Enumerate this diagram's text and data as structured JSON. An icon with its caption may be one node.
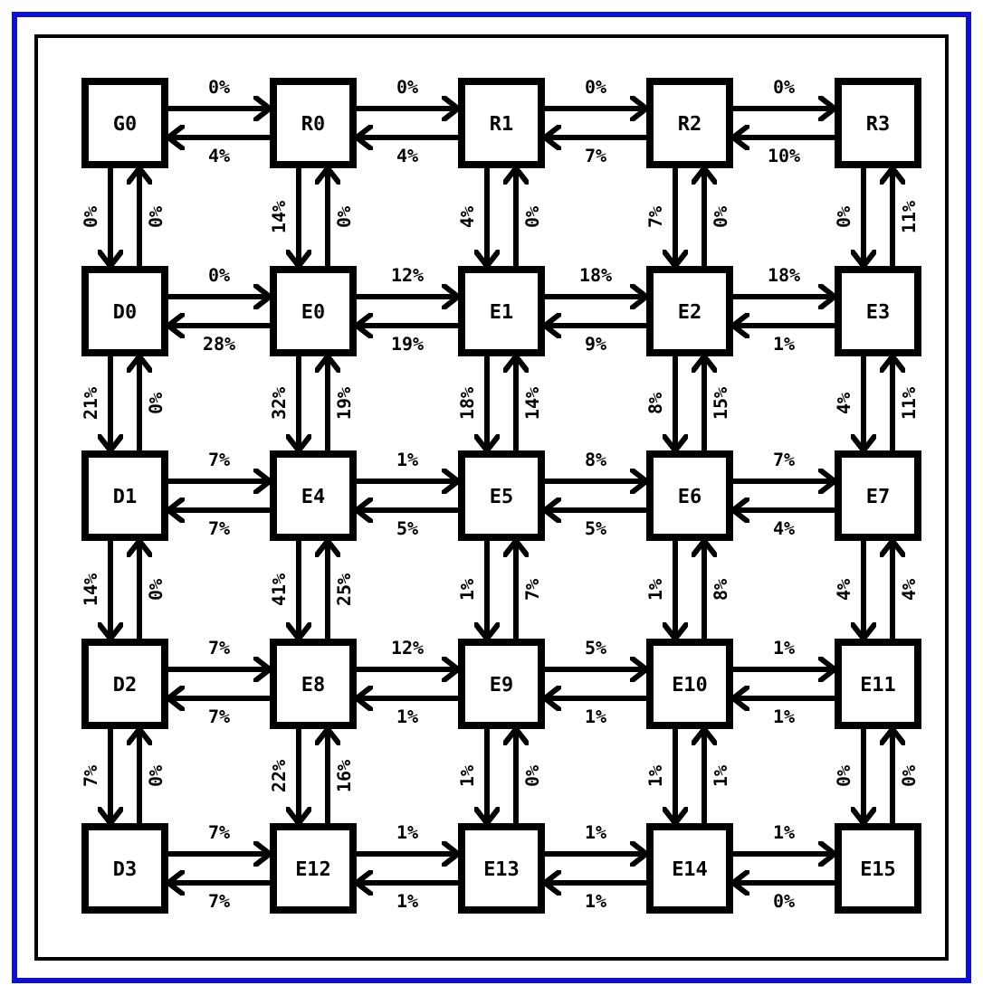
{
  "diagram": {
    "nodes": [
      {
        "text": [
          "G0"
        ]
      },
      {
        "text": [
          "R0"
        ]
      },
      {
        "text": [
          "R1"
        ]
      },
      {
        "text": [
          "R2"
        ]
      },
      {
        "text": [
          "R3"
        ]
      },
      {
        "text": [
          "D0"
        ]
      },
      {
        "text": [
          "E0"
        ]
      },
      {
        "text": [
          "E1"
        ]
      },
      {
        "text": [
          "E2"
        ]
      },
      {
        "text": [
          "E3"
        ]
      },
      {
        "text": [
          "D1"
        ]
      },
      {
        "text": [
          "E4"
        ]
      },
      {
        "text": [
          "E5"
        ]
      },
      {
        "text": [
          "E6"
        ]
      },
      {
        "text": [
          "E7"
        ]
      },
      {
        "text": [
          "D2"
        ]
      },
      {
        "text": [
          "E8"
        ]
      },
      {
        "text": [
          "E9"
        ]
      },
      {
        "text": [
          "E10"
        ]
      },
      {
        "text": [
          "E11"
        ]
      },
      {
        "text": [
          "D3"
        ]
      },
      {
        "text": [
          "E12"
        ]
      },
      {
        "text": [
          "E13"
        ]
      },
      {
        "text": [
          "E14"
        ]
      },
      {
        "text": [
          "E15"
        ]
      }
    ],
    "edges": [
      {
        "from": 0,
        "to": 1,
        "arrow": "to",
        "label": "0%"
      },
      {
        "from": 1,
        "to": 0,
        "arrow": "to",
        "label": "4%"
      },
      {
        "from": 1,
        "to": 2,
        "arrow": "to",
        "label": "0%"
      },
      {
        "from": 2,
        "to": 1,
        "arrow": "to",
        "label": "4%"
      },
      {
        "from": 2,
        "to": 3,
        "arrow": "to",
        "label": "0%"
      },
      {
        "from": 3,
        "to": 2,
        "arrow": "to",
        "label": "7%"
      },
      {
        "from": 3,
        "to": 4,
        "arrow": "to",
        "label": "0%"
      },
      {
        "from": 4,
        "to": 3,
        "arrow": "to",
        "label": "10%"
      },
      {
        "from": 0,
        "to": 5,
        "arrow": "to",
        "label": "0%"
      },
      {
        "from": 5,
        "to": 0,
        "arrow": "to",
        "label": "0%"
      },
      {
        "from": 1,
        "to": 6,
        "arrow": "to",
        "label": "14%"
      },
      {
        "from": 6,
        "to": 1,
        "arrow": "to",
        "label": "0%"
      },
      {
        "from": 2,
        "to": 7,
        "arrow": "to",
        "label": "4%"
      },
      {
        "from": 7,
        "to": 2,
        "arrow": "to",
        "label": "0%"
      },
      {
        "from": 3,
        "to": 8,
        "arrow": "to",
        "label": "7%"
      },
      {
        "from": 8,
        "to": 3,
        "arrow": "to",
        "label": "0%"
      },
      {
        "from": 4,
        "to": 9,
        "arrow": "to",
        "label": "0%"
      },
      {
        "from": 9,
        "to": 4,
        "arrow": "to",
        "label": "11%"
      },
      {
        "from": 5,
        "to": 6,
        "arrow": "to",
        "label": "0%"
      },
      {
        "from": 6,
        "to": 5,
        "arrow": "to",
        "label": "28%"
      },
      {
        "from": 6,
        "to": 7,
        "arrow": "to",
        "label": "12%"
      },
      {
        "from": 7,
        "to": 6,
        "arrow": "to",
        "label": "19%"
      },
      {
        "from": 7,
        "to": 8,
        "arrow": "to",
        "label": "18%"
      },
      {
        "from": 8,
        "to": 7,
        "arrow": "to",
        "label": "9%"
      },
      {
        "from": 8,
        "to": 9,
        "arrow": "to",
        "label": "18%"
      },
      {
        "from": 9,
        "to": 8,
        "arrow": "to",
        "label": "1%"
      },
      {
        "from": 5,
        "to": 10,
        "arrow": "to",
        "label": "21%"
      },
      {
        "from": 10,
        "to": 5,
        "arrow": "to",
        "label": "0%"
      },
      {
        "from": 6,
        "to": 11,
        "arrow": "to",
        "label": "32%"
      },
      {
        "from": 11,
        "to": 6,
        "arrow": "to",
        "label": "19%"
      },
      {
        "from": 7,
        "to": 12,
        "arrow": "to",
        "label": "18%"
      },
      {
        "from": 12,
        "to": 7,
        "arrow": "to",
        "label": "14%"
      },
      {
        "from": 8,
        "to": 13,
        "arrow": "to",
        "label": "8%"
      },
      {
        "from": 13,
        "to": 8,
        "arrow": "to",
        "label": "15%"
      },
      {
        "from": 9,
        "to": 14,
        "arrow": "to",
        "label": "4%"
      },
      {
        "from": 14,
        "to": 9,
        "arrow": "to",
        "label": "11%"
      },
      {
        "from": 10,
        "to": 11,
        "arrow": "to",
        "label": "7%"
      },
      {
        "from": 11,
        "to": 10,
        "arrow": "to",
        "label": "7%"
      },
      {
        "from": 11,
        "to": 12,
        "arrow": "to",
        "label": "1%"
      },
      {
        "from": 12,
        "to": 11,
        "arrow": "to",
        "label": "5%"
      },
      {
        "from": 12,
        "to": 13,
        "arrow": "to",
        "label": "8%"
      },
      {
        "from": 13,
        "to": 12,
        "arrow": "to",
        "label": "5%"
      },
      {
        "from": 13,
        "to": 14,
        "arrow": "to",
        "label": "7%"
      },
      {
        "from": 14,
        "to": 13,
        "arrow": "to",
        "label": "4%"
      },
      {
        "from": 10,
        "to": 15,
        "arrow": "to",
        "label": "14%"
      },
      {
        "from": 15,
        "to": 10,
        "arrow": "to",
        "label": "0%"
      },
      {
        "from": 11,
        "to": 16,
        "arrow": "to",
        "label": "41%"
      },
      {
        "from": 16,
        "to": 11,
        "arrow": "to",
        "label": "25%"
      },
      {
        "from": 12,
        "to": 17,
        "arrow": "to",
        "label": "1%"
      },
      {
        "from": 17,
        "to": 12,
        "arrow": "to",
        "label": "7%"
      },
      {
        "from": 13,
        "to": 18,
        "arrow": "to",
        "label": "1%"
      },
      {
        "from": 18,
        "to": 13,
        "arrow": "to",
        "label": "8%"
      },
      {
        "from": 14,
        "to": 19,
        "arrow": "to",
        "label": "4%"
      },
      {
        "from": 19,
        "to": 14,
        "arrow": "to",
        "label": "4%"
      },
      {
        "from": 15,
        "to": 16,
        "arrow": "to",
        "label": "7%"
      },
      {
        "from": 16,
        "to": 15,
        "arrow": "to",
        "label": "7%"
      },
      {
        "from": 16,
        "to": 17,
        "arrow": "to",
        "label": "12%"
      },
      {
        "from": 17,
        "to": 16,
        "arrow": "to",
        "label": "1%"
      },
      {
        "from": 17,
        "to": 18,
        "arrow": "to",
        "label": "5%"
      },
      {
        "from": 18,
        "to": 17,
        "arrow": "to",
        "label": "1%"
      },
      {
        "from": 18,
        "to": 19,
        "arrow": "to",
        "label": "1%"
      },
      {
        "from": 19,
        "to": 18,
        "arrow": "to",
        "label": "1%"
      },
      {
        "from": 15,
        "to": 20,
        "arrow": "to",
        "label": "7%"
      },
      {
        "from": 20,
        "to": 15,
        "arrow": "to",
        "label": "0%"
      },
      {
        "from": 16,
        "to": 21,
        "arrow": "to",
        "label": "22%"
      },
      {
        "from": 21,
        "to": 16,
        "arrow": "to",
        "label": "16%"
      },
      {
        "from": 17,
        "to": 22,
        "arrow": "to",
        "label": "1%"
      },
      {
        "from": 22,
        "to": 17,
        "arrow": "to",
        "label": "0%"
      },
      {
        "from": 18,
        "to": 23,
        "arrow": "to",
        "label": "1%"
      },
      {
        "from": 23,
        "to": 18,
        "arrow": "to",
        "label": "1%"
      },
      {
        "from": 19,
        "to": 24,
        "arrow": "to",
        "label": "0%"
      },
      {
        "from": 24,
        "to": 19,
        "arrow": "to",
        "label": "0%"
      },
      {
        "from": 20,
        "to": 21,
        "arrow": "to",
        "label": "7%"
      },
      {
        "from": 21,
        "to": 20,
        "arrow": "to",
        "label": "7%"
      },
      {
        "from": 21,
        "to": 22,
        "arrow": "to",
        "label": "1%"
      },
      {
        "from": 22,
        "to": 21,
        "arrow": "to",
        "label": "1%"
      },
      {
        "from": 22,
        "to": 23,
        "arrow": "to",
        "label": "1%"
      },
      {
        "from": 23,
        "to": 22,
        "arrow": "to",
        "label": "1%"
      },
      {
        "from": 23,
        "to": 24,
        "arrow": "to",
        "label": "1%"
      },
      {
        "from": 24,
        "to": 23,
        "arrow": "to",
        "label": "0%"
      }
    ]
  }
}
